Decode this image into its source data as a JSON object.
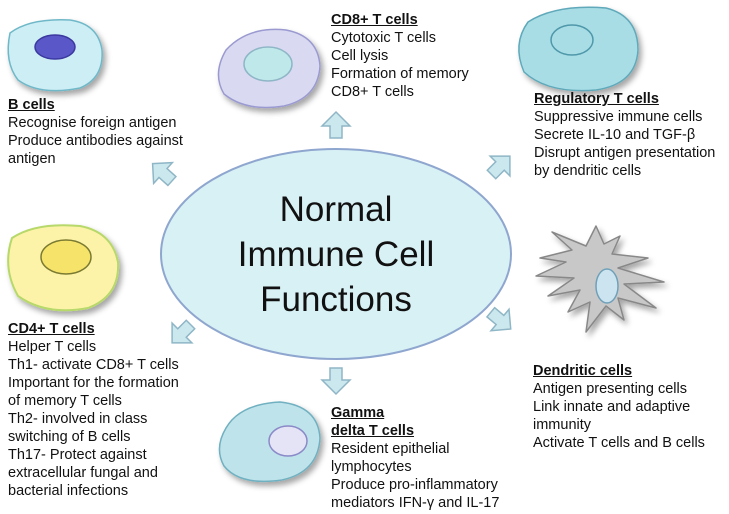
{
  "center": {
    "lines": [
      "Normal",
      "Immune Cell",
      "Functions"
    ]
  },
  "colors": {
    "ellipse_fill": "#d8f1f5",
    "ellipse_stroke": "#8fa6cf",
    "arrow_fill": "#cbe8ee",
    "arrow_stroke": "#8fb6c6",
    "b_cell_body": "#cdeef5",
    "b_cell_nucleus": "#5a58c8",
    "cd8_body": "#d9d9f2",
    "cd8_nucleus": "#bfe8ea",
    "treg_body": "#a8dde6",
    "cd4_body": "#fdf3a8",
    "cd4_nucleus": "#f6e36a",
    "dendritic_body": "#c8c8c8",
    "dendritic_nucleus": "#cbe4f0",
    "gamma_body": "#bfe3ea",
    "gamma_nucleus": "#e4e4f6"
  },
  "cells": {
    "b_cells": {
      "title": "B cells",
      "lines": [
        "Recognise foreign antigen",
        "Produce antibodies against",
        "antigen"
      ]
    },
    "cd8": {
      "title": "CD8+ T cells",
      "lines": [
        "Cytotoxic  T cells",
        "Cell lysis",
        "Formation of memory",
        "CD8+ T cells"
      ]
    },
    "treg": {
      "title": "Regulatory T cells",
      "lines": [
        "Suppressive immune cells",
        "Secrete IL-10 and TGF-β",
        "Disrupt antigen presentation",
        "by dendritic cells"
      ]
    },
    "cd4": {
      "title": "CD4+ T cells",
      "lines": [
        "Helper T cells",
        "Th1- activate CD8+ T cells",
        "Important for the formation",
        "of memory T cells",
        "Th2- involved  in class",
        "switching of B cells",
        "Th17- Protect against",
        "extracellular fungal and",
        "bacterial infections"
      ]
    },
    "dendritic": {
      "title": "Dendritic cells",
      "lines": [
        "Antigen presenting cells",
        "Link innate and adaptive",
        "immunity",
        "Activate T cells and B cells"
      ]
    },
    "gamma_delta": {
      "title_lines": [
        "Gamma",
        "delta T cells"
      ],
      "lines": [
        "Resident epithelial",
        "lymphocytes",
        "Produce pro-inflammatory",
        "mediators IFN-γ and IL-17"
      ]
    }
  }
}
